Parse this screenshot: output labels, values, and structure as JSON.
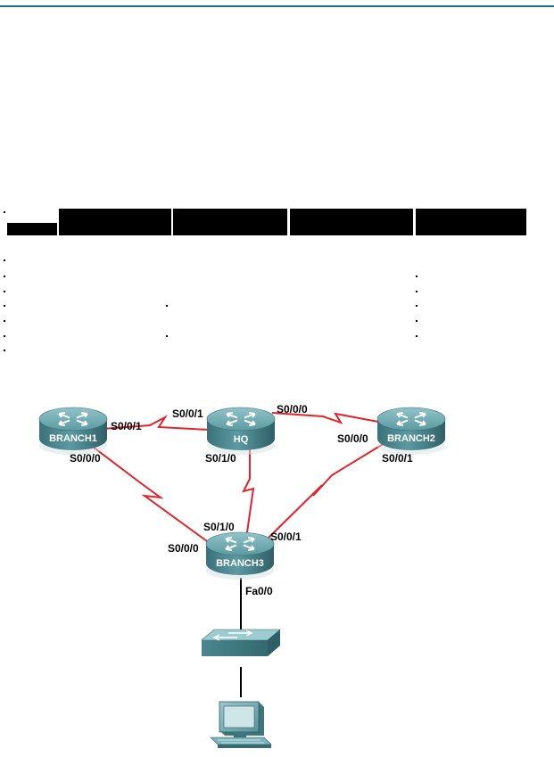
{
  "routers": {
    "branch1": "BRANCH1",
    "hq": "HQ",
    "branch2": "BRANCH2",
    "branch3": "BRANCH3"
  },
  "interfaces": {
    "branch1_s001": "S0/0/1",
    "branch1_s000": "S0/0/0",
    "hq_s001": "S0/0/1",
    "hq_s000": "S0/0/0",
    "hq_s010": "S0/1/0",
    "branch2_s000": "S0/0/0",
    "branch2_s001": "S0/0/1",
    "branch3_s010": "S0/1/0",
    "branch3_s000": "S0/0/0",
    "branch3_s001": "S0/0/1",
    "branch3_fa00": "Fa0/0"
  },
  "colors": {
    "header_rule": "#1c6d86",
    "serial_link": "#e0242c",
    "ethernet_link": "#000000",
    "router_body": "#4f8a92"
  }
}
